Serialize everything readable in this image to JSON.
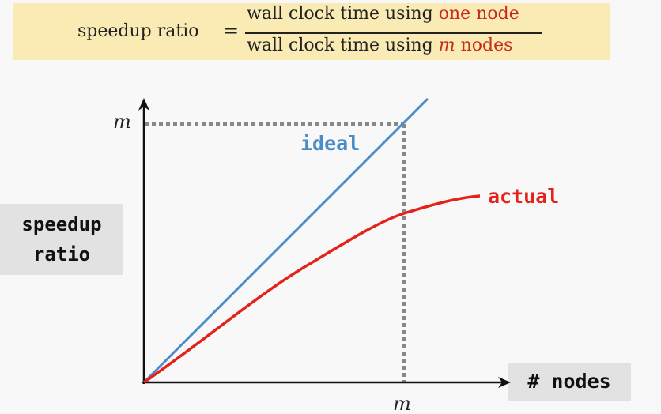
{
  "formula": {
    "lhs": "speedup ratio",
    "equals": "=",
    "numerator_text": "wall clock time using ",
    "numerator_highlight": "one node",
    "denominator_text": "wall clock time using ",
    "denominator_var": "m",
    "denominator_highlight": " nodes"
  },
  "y_axis_label": [
    "speedup",
    "ratio"
  ],
  "x_axis_label": "# nodes",
  "y_tick": "m",
  "x_tick": "m",
  "curves": {
    "ideal_label": "ideal",
    "actual_label": "actual"
  },
  "colors": {
    "ideal": "#4a8cc7",
    "actual": "#e3231a",
    "highlight_text": "#c62a1e",
    "formula_bg": "#faebb5",
    "label_bg": "#e2e2e2",
    "dotted": "#888888"
  }
}
